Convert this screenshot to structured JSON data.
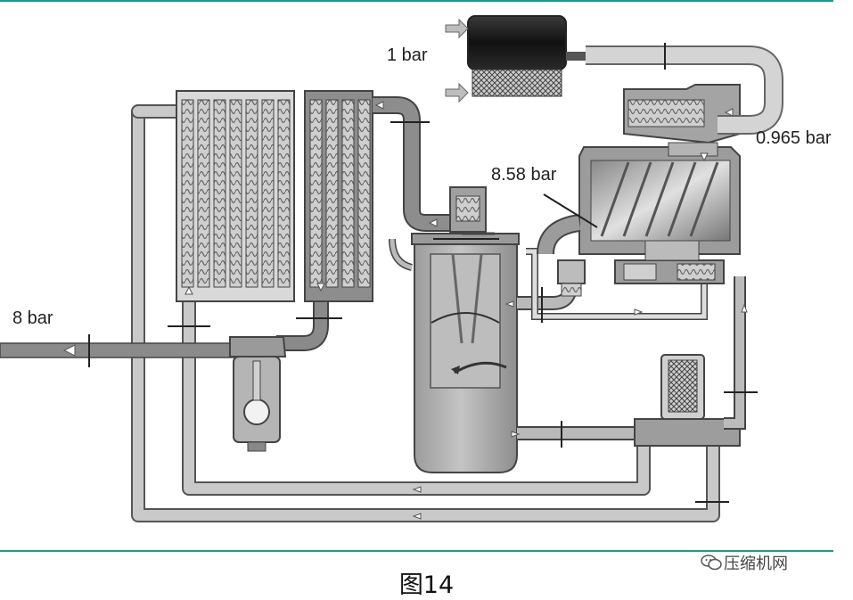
{
  "colors": {
    "rule": "#1f9a8f",
    "pipe_fill": "#b9b9b9",
    "pipe_stroke": "#555555",
    "dark_pipe": "#8a8a8a",
    "vessel": "#a9a9a9"
  },
  "labels": {
    "p_intake": "1 bar",
    "p_regulator": "0.965 bar",
    "p_discharge": "8.58 bar",
    "p_outlet": "8 bar"
  },
  "caption": "图14",
  "watermark": {
    "icon": "wechat-icon",
    "text": "压缩机网"
  }
}
